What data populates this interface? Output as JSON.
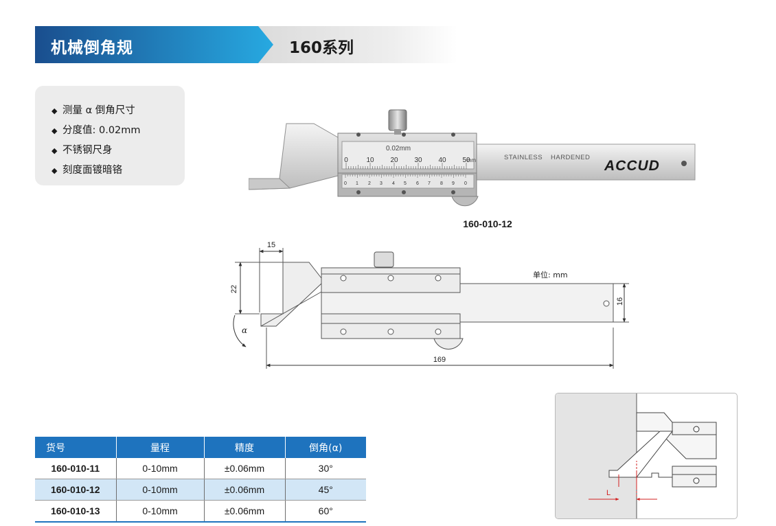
{
  "header": {
    "title": "机械倒角规",
    "series": "160系列",
    "colors": {
      "banner_dark": "#1a4e8e",
      "banner_light": "#27a9e1",
      "banner_grey": "#e8e8e8"
    }
  },
  "features": [
    "测量 α 倒角尺寸",
    "分度值: 0.02mm",
    "不锈钢尺身",
    "刻度面镀暗铬"
  ],
  "product": {
    "brand": "ACCUD",
    "stainless": "STAINLESS",
    "hardened": "HARDENED",
    "resolution": "0.02mm",
    "unit": "mm",
    "main_scale_labels": [
      "0",
      "10",
      "20",
      "30",
      "40",
      "50"
    ],
    "vernier_labels": [
      "0",
      "1",
      "2",
      "3",
      "4",
      "5",
      "6",
      "7",
      "8",
      "9",
      "0"
    ],
    "model_caption": "160-010-12"
  },
  "drawing": {
    "unit_label": "单位: mm",
    "dim_15": "15",
    "dim_22": "22",
    "dim_16": "16",
    "dim_169": "169",
    "angle_symbol": "α"
  },
  "detail": {
    "length_symbol": "L"
  },
  "table": {
    "headers": [
      "货号",
      "量程",
      "精度",
      "倒角(α)"
    ],
    "rows": [
      [
        "160-010-11",
        "0-10mm",
        "±0.06mm",
        "30°"
      ],
      [
        "160-010-12",
        "0-10mm",
        "±0.06mm",
        "45°"
      ],
      [
        "160-010-13",
        "0-10mm",
        "±0.06mm",
        "60°"
      ]
    ],
    "colors": {
      "header": "#1e73be",
      "alt_row": "#d2e6f6"
    }
  }
}
